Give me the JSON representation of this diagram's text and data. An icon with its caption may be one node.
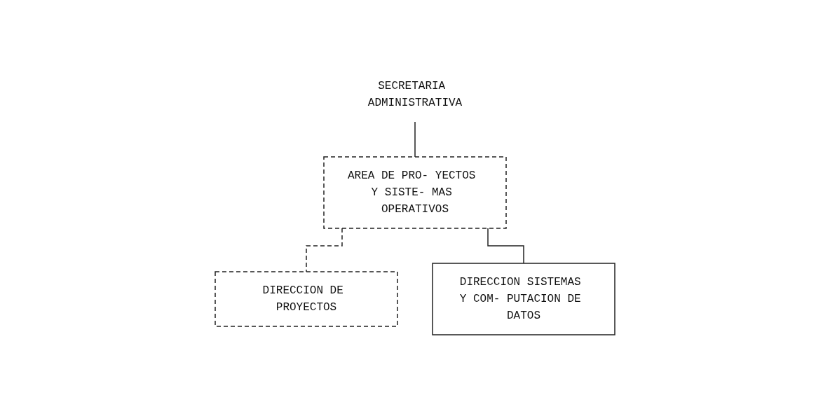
{
  "diagram": {
    "nodes": [
      {
        "text": [
          "SECRETARIA ADMINISTRATIVA"
        ]
      },
      {
        "text": [
          "AREA DE PRO- YECTOS Y SISTE- MAS OPERATIVOS"
        ]
      },
      {
        "text": [
          "DIRECCION DE PROYECTOS"
        ]
      },
      {
        "text": [
          "DIRECCION SISTEMAS Y COM- PUTACION DE DATOS"
        ]
      }
    ],
    "edges": [
      {
        "from": 0,
        "to": 1,
        "arrow": "none"
      },
      {
        "from": 1,
        "to": 2,
        "arrow": "none",
        "style": "dashed"
      },
      {
        "from": 1,
        "to": 3,
        "arrow": "none"
      }
    ]
  }
}
